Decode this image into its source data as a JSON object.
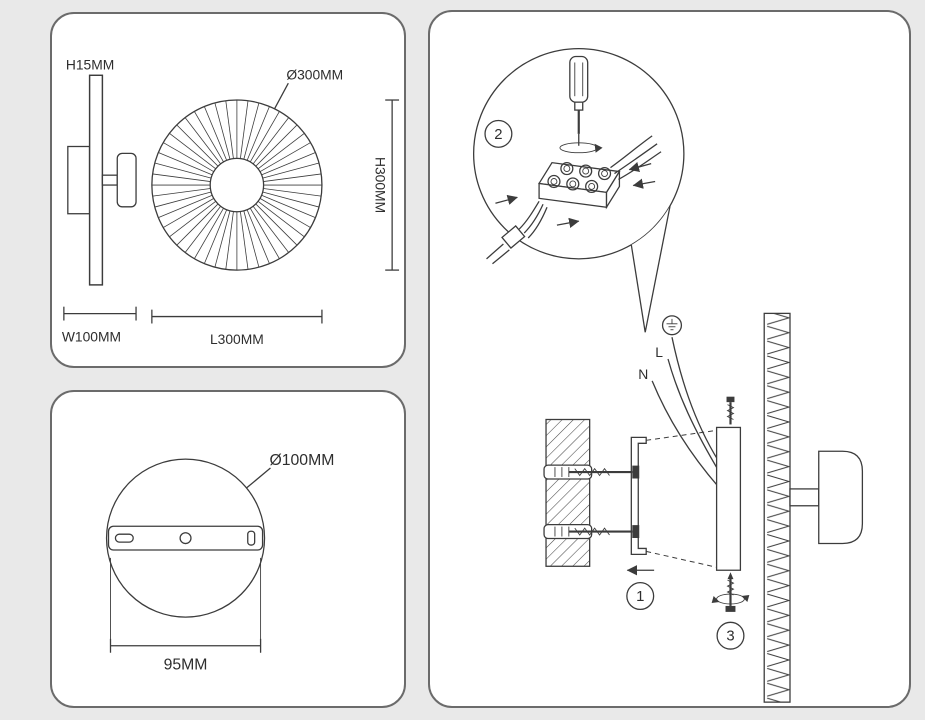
{
  "background": "#e9e9e9",
  "ink": "#3c3c3c",
  "panel_top_left": {
    "title": "lamp-dimension-views",
    "labels": {
      "thickness": "H15MM",
      "diameter": "Ø300MM",
      "height": "H300MM",
      "width": "W100MM",
      "length": "L300MM"
    }
  },
  "panel_bottom_left": {
    "title": "mounting-plate-dimensions",
    "labels": {
      "diameter": "Ø100MM",
      "hole_spacing": "95MM"
    }
  },
  "panel_right": {
    "title": "installation-steps",
    "labels": {
      "step_1": "1",
      "step_2": "2",
      "step_3": "3",
      "wire_live": "L",
      "wire_neutral": "N"
    }
  }
}
